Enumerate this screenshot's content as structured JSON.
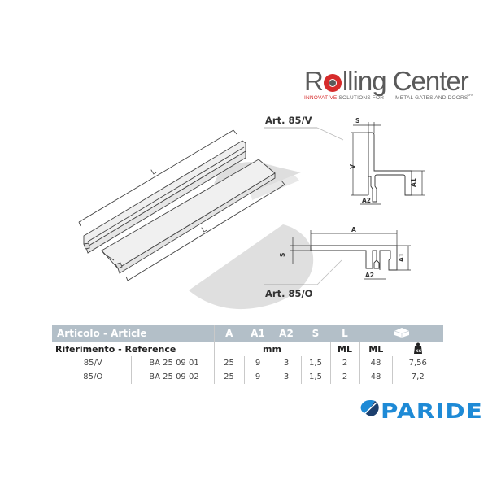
{
  "brand": {
    "name_prefix": "R",
    "name_suffix": "lling Center",
    "tagline_highlight": "INNOVATIVE",
    "tagline_rest": " SOLUTIONS FOR       METAL GATES AND DOORS",
    "legal": "SPA",
    "colors": {
      "primary": "#5a5a5a",
      "accent": "#d62b2b"
    }
  },
  "drawing": {
    "length_label_1": "L",
    "length_label_2": "L",
    "profile_v": {
      "title": "Art. 85/V",
      "dims": {
        "s": "S",
        "a": "A",
        "a1": "A1",
        "a2": "A2"
      }
    },
    "profile_o": {
      "title": "Art. 85/O",
      "dims": {
        "s": "S",
        "a": "A",
        "a1": "A1",
        "a2": "A2"
      }
    }
  },
  "table": {
    "header": {
      "article": "Articolo - Article",
      "cols": [
        "A",
        "A1",
        "A2",
        "S",
        "L"
      ],
      "package_icon": "box-icon"
    },
    "subheader": {
      "reference": "Riferimento - Reference",
      "unit_mm": "mm",
      "unit_l": "ML",
      "unit_pack": "ML",
      "weight_icon": "weight-kg-icon"
    },
    "rows": [
      {
        "article": "85/V",
        "reference": "BA 25 09 01",
        "a": "25",
        "a1": "9",
        "a2": "3",
        "s": "1,5",
        "l": "2",
        "pack_ml": "48",
        "weight": "7,56"
      },
      {
        "article": "85/O",
        "reference": "BA 25 09 02",
        "a": "25",
        "a1": "9",
        "a2": "3",
        "s": "1,5",
        "l": "2",
        "pack_ml": "48",
        "weight": "7,2"
      }
    ],
    "colors": {
      "header_bg": "#b3bfc8",
      "header_text": "#ffffff"
    }
  },
  "seller": {
    "name": "PARIDE",
    "colors": {
      "primary": "#1e8ad6",
      "dark": "#1c3f6e"
    }
  }
}
